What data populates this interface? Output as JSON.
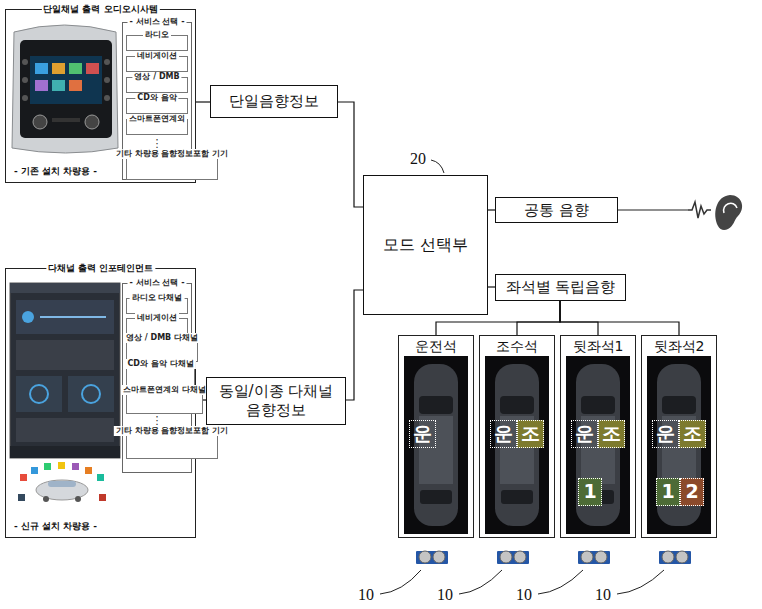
{
  "diagram": {
    "nodes": [
      {
        "text": [
          "단일채널 출력 오디오시사템",
          "- 기존 설치 차량용 -"
        ]
      },
      {
        "text": [
          "- 서비스 선택 -"
        ],
        "in": 0
      },
      {
        "text": [
          "라디오"
        ],
        "in": 1
      },
      {
        "text": [
          "네비게이션"
        ],
        "in": 1
      },
      {
        "text": [
          "영상 / DMB"
        ],
        "in": 1
      },
      {
        "text": [
          "CD와 음악"
        ],
        "in": 1
      },
      {
        "text": [
          "스마트폰연계외"
        ],
        "in": 1
      },
      {
        "text": [
          "기타 차량용 음향정보포함 기기"
        ],
        "in": 1
      },
      {
        "text": [
          "단일음향정보"
        ]
      },
      {
        "text": [
          "모드 선택부"
        ]
      },
      {
        "text": [
          "공통 음향"
        ]
      },
      {
        "text": [
          "좌석별 독립음향"
        ]
      },
      {
        "text": [
          "다채널 출력 인포테인먼트",
          "- 신규 설치 차량용 -"
        ]
      },
      {
        "text": [
          "- 서비스 선택 -"
        ],
        "in": 12
      },
      {
        "text": [
          "라디오 다채널"
        ],
        "in": 13
      },
      {
        "text": [
          "네비게이션"
        ],
        "in": 13
      },
      {
        "text": [
          "영상 / DMB 다채널"
        ],
        "in": 13
      },
      {
        "text": [
          "CD와 음악 다채널"
        ],
        "in": 13
      },
      {
        "text": [
          "스마트폰연계외 다채널"
        ],
        "in": 13
      },
      {
        "text": [
          "기타 차량용 음향정보포함 기기"
        ],
        "in": 13
      },
      {
        "text": [
          "동일/이종 다채널 음향정보"
        ]
      },
      {
        "text": [
          "운전석"
        ]
      },
      {
        "text": [
          "조수석"
        ]
      },
      {
        "text": [
          "뒷좌석1"
        ]
      },
      {
        "text": [
          "뒷좌석2"
        ]
      }
    ],
    "edges": [
      {
        "from": 0,
        "to": 8,
        "arrow": "none"
      },
      {
        "from": 8,
        "to": 9,
        "arrow": "none"
      },
      {
        "from": 12,
        "to": 20,
        "arrow": "none"
      },
      {
        "from": 20,
        "to": 9,
        "arrow": "none"
      },
      {
        "from": 9,
        "to": 10,
        "arrow": "none"
      },
      {
        "from": 9,
        "to": 11,
        "arrow": "none"
      },
      {
        "from": 11,
        "to": 21,
        "arrow": "none"
      },
      {
        "from": 11,
        "to": 22,
        "arrow": "none"
      },
      {
        "from": 11,
        "to": 23,
        "arrow": "none"
      },
      {
        "from": 11,
        "to": 24,
        "arrow": "none"
      }
    ],
    "labels": [
      "20",
      "⋮",
      "⋮",
      "운",
      "운",
      "조",
      "운",
      "조",
      "1",
      "운",
      "조",
      "1",
      "2",
      "10",
      "10",
      "10",
      "10"
    ]
  }
}
